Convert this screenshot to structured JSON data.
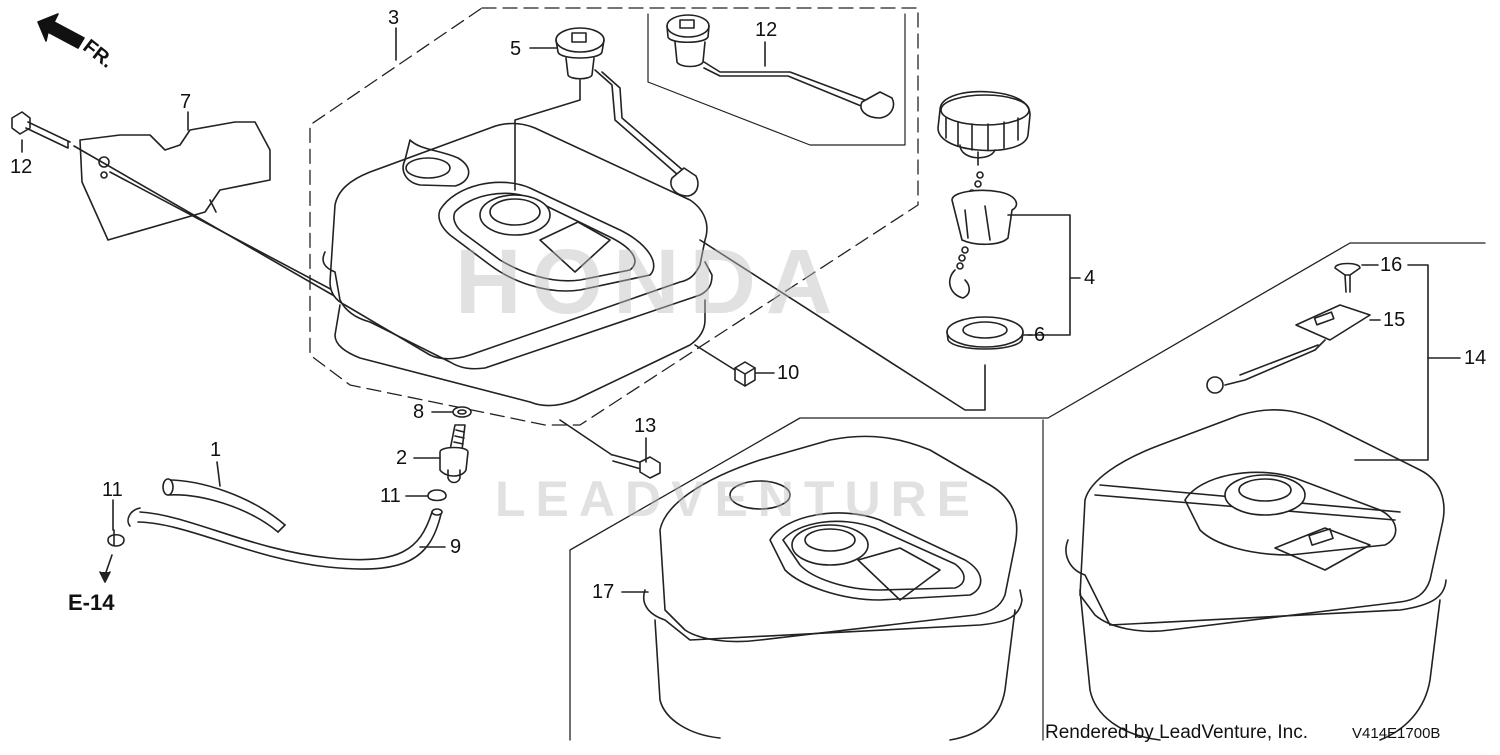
{
  "diagram": {
    "orientation_label": "FR.",
    "reference_label": "E-14",
    "callouts": [
      {
        "id": "c1",
        "text": "1"
      },
      {
        "id": "c2",
        "text": "2"
      },
      {
        "id": "c3",
        "text": "3"
      },
      {
        "id": "c4",
        "text": "4"
      },
      {
        "id": "c5",
        "text": "5"
      },
      {
        "id": "c6",
        "text": "6"
      },
      {
        "id": "c7",
        "text": "7"
      },
      {
        "id": "c8",
        "text": "8"
      },
      {
        "id": "c9",
        "text": "9"
      },
      {
        "id": "c10",
        "text": "10"
      },
      {
        "id": "c11a",
        "text": "11"
      },
      {
        "id": "c11b",
        "text": "11"
      },
      {
        "id": "c12a",
        "text": "12"
      },
      {
        "id": "c12b",
        "text": "12"
      },
      {
        "id": "c13",
        "text": "13"
      },
      {
        "id": "c14",
        "text": "14"
      },
      {
        "id": "c15",
        "text": "15"
      },
      {
        "id": "c16",
        "text": "16"
      },
      {
        "id": "c17",
        "text": "17"
      }
    ],
    "watermark_brand": "HONDA",
    "watermark_vendor": "LEADVENTURE"
  },
  "footer": {
    "credit": "Rendered by LeadVenture, Inc.",
    "drawing_code": "V414E1700B"
  }
}
